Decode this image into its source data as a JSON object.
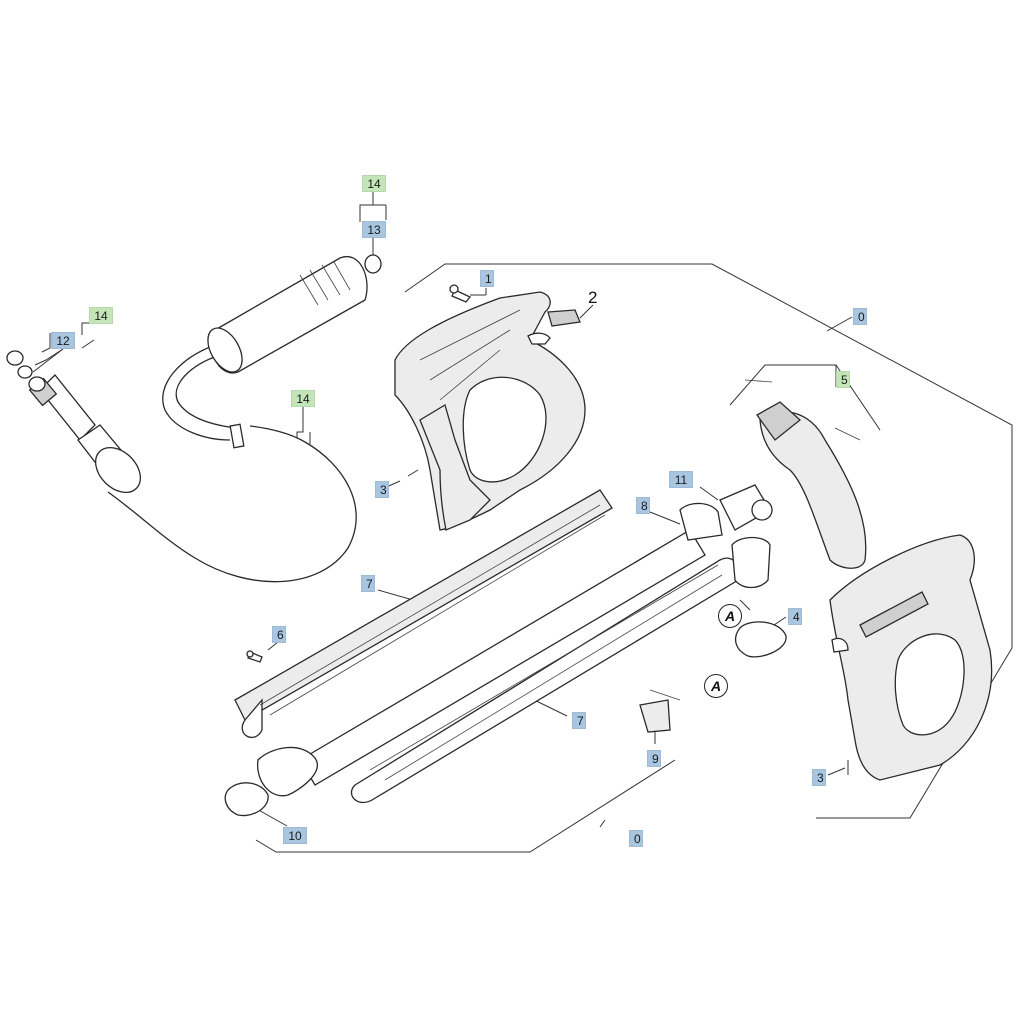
{
  "labels": {
    "l14_top": "14",
    "l13": "13",
    "l14_left": "14",
    "l12": "12",
    "l14_mid": "14",
    "l1": "1",
    "l2": "2",
    "l0_top": "0",
    "l5": "5",
    "l3_left": "3",
    "l11": "11",
    "l8": "8",
    "l7_upper": "7",
    "l6": "6",
    "l4": "4",
    "l7_lower": "7",
    "l9": "9",
    "l10": "10",
    "l0_bottom": "0",
    "l3_right": "3",
    "callout_a_upper": "A",
    "callout_a_lower": "A"
  },
  "colors": {
    "label_blue": "#a9c6e0",
    "label_green": "#c3e5b8",
    "line": "#333333"
  }
}
